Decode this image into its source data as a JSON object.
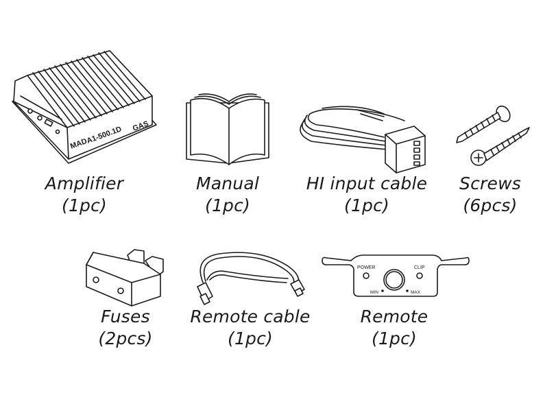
{
  "items": [
    {
      "name": "Amplifier",
      "qty": "(1pc)"
    },
    {
      "name": "Manual",
      "qty": "(1pc)"
    },
    {
      "name": "HI input cable",
      "qty": "(1pc)"
    },
    {
      "name": "Screws",
      "qty": "(6pcs)"
    },
    {
      "name": "Fuses",
      "qty": "(2pcs)"
    },
    {
      "name": "Remote cable",
      "qty": "(1pc)"
    },
    {
      "name": "Remote",
      "qty": "(1pc)"
    }
  ],
  "amplifier_print": {
    "brand": "GAS",
    "model_prefix": "MAD",
    "model": "A1-500.1D"
  },
  "remote_print": {
    "power": "POWER",
    "clip": "CLIP",
    "min": "MIN",
    "max": "MAX"
  }
}
